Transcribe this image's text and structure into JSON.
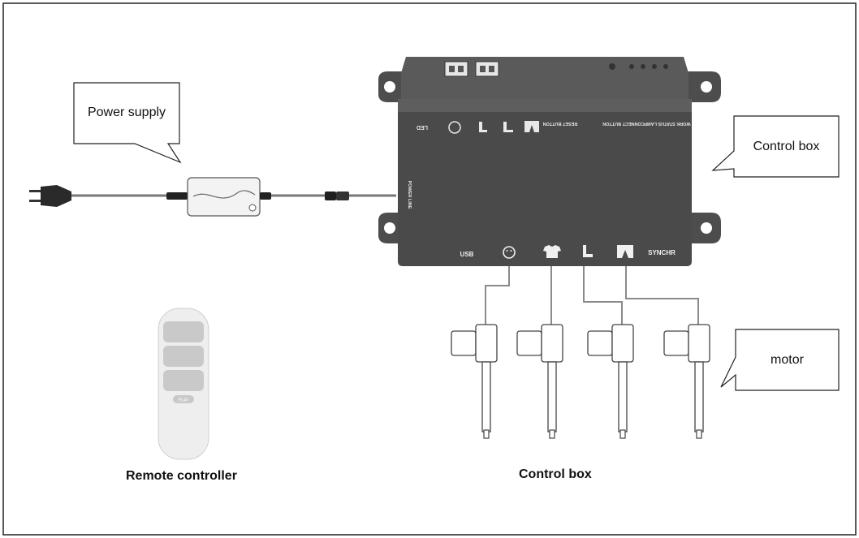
{
  "callouts": {
    "power_supply": "Power supply",
    "control_box": "Control box",
    "motor": "motor"
  },
  "captions": {
    "remote": "Remote controller",
    "control_box": "Control box"
  },
  "box_labels": {
    "led": "LED",
    "reset_button": "RESET BUTTON",
    "connect_button": "CONNECT BUTTON",
    "work_status_lamp": "WORK STATUS LAMP",
    "power_line": "POWER LINE",
    "usb": "USB",
    "synchr": "SYNCHR"
  },
  "remote_labels": {
    "play": "PLAY"
  },
  "colors": {
    "box_body": "#4a4a4a",
    "box_top": "#5c5c5c",
    "cable": "#8a8a8a",
    "remote_body": "#eeeeee",
    "remote_button": "#c9c9c9"
  }
}
